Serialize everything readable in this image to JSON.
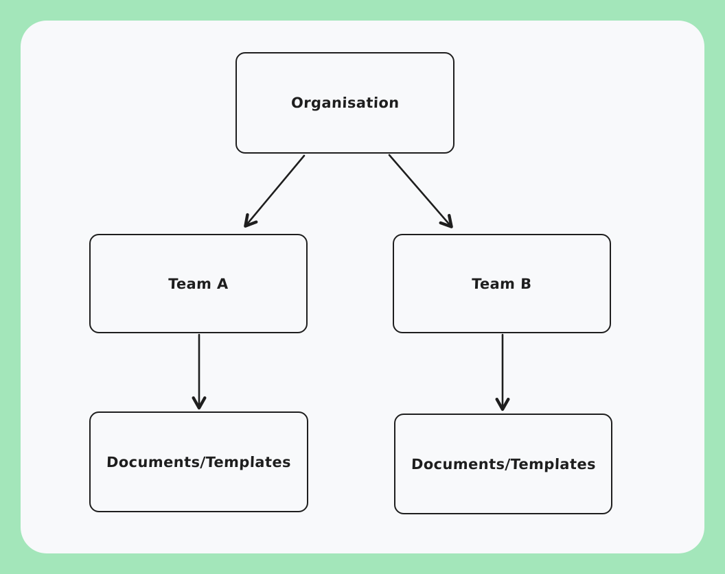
{
  "canvas": {
    "background_color": "#a3e6ba",
    "panel_color": "#f8f9fb",
    "stroke_color": "#1e1e1e"
  },
  "diagram": {
    "type": "org-chart",
    "nodes": [
      {
        "id": "organisation",
        "label": "Organisation"
      },
      {
        "id": "team-a",
        "label": "Team A"
      },
      {
        "id": "team-b",
        "label": "Team B"
      },
      {
        "id": "docs-a",
        "label": "Documents/Templates"
      },
      {
        "id": "docs-b",
        "label": "Documents/Templates"
      }
    ],
    "edges": [
      {
        "from": "organisation",
        "to": "team-a",
        "style": "arrow"
      },
      {
        "from": "organisation",
        "to": "team-b",
        "style": "arrow"
      },
      {
        "from": "team-a",
        "to": "docs-a",
        "style": "arrow"
      },
      {
        "from": "team-b",
        "to": "docs-b",
        "style": "arrow"
      }
    ]
  }
}
